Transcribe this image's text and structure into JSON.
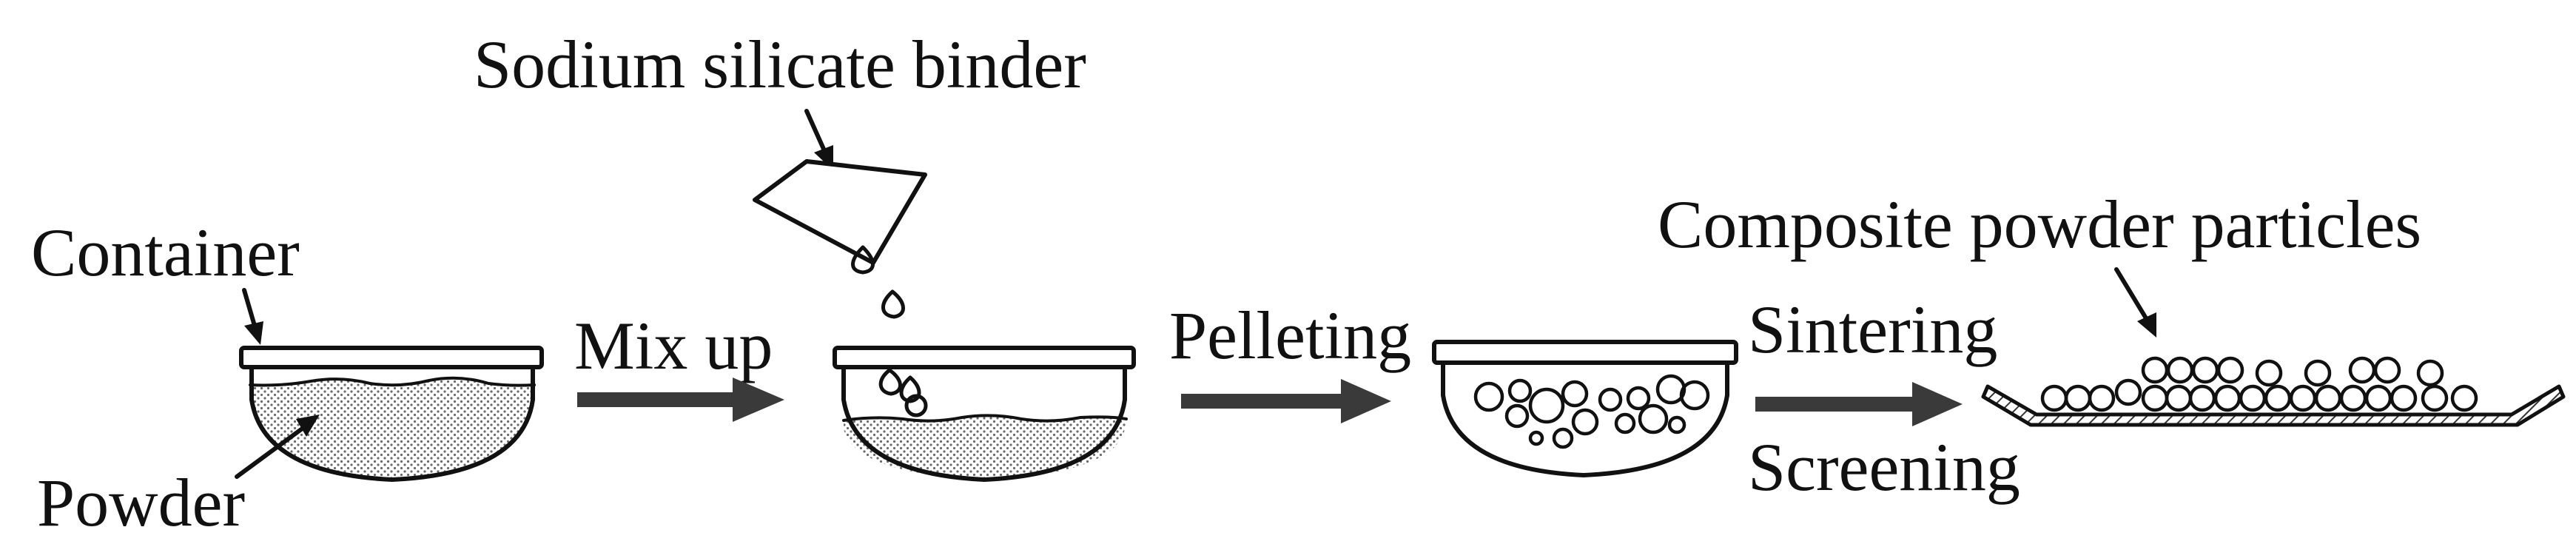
{
  "labels": {
    "binder": "Sodium silicate binder",
    "container": "Container",
    "powder": "Powder",
    "mix_up": "Mix up",
    "pelleting": "Pelleting",
    "sintering": "Sintering",
    "screening": "Screening",
    "composite": "Composite powder particles"
  },
  "colors": {
    "ink": "#111111",
    "arrow": "#3a3a3a",
    "powder_fill": "#9a9a9a",
    "background": "#ffffff"
  }
}
